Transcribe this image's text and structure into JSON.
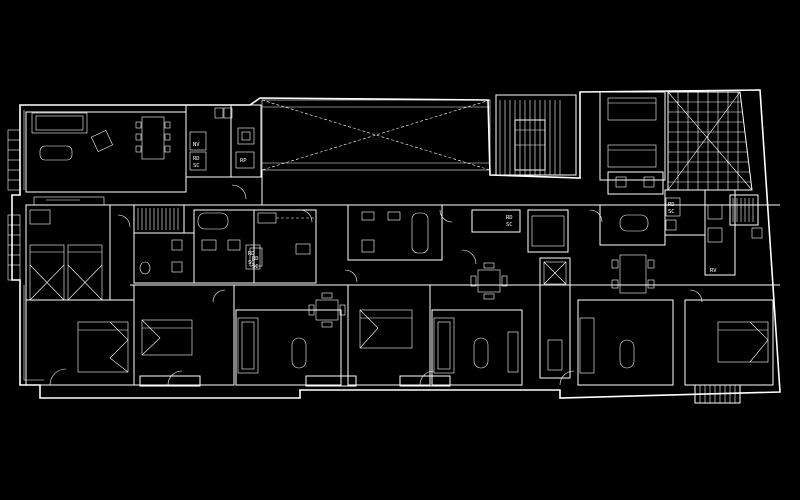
{
  "labels": {
    "nv1": "NV",
    "rd1": "RD",
    "sc1": "SC",
    "rp1": "RP",
    "rd2": "RD",
    "sc2": "SC",
    "rd3": "RD",
    "sc3": "SC",
    "rd4": "RD",
    "sc4": "SC",
    "rd5": "RD",
    "sc5": "SC",
    "rv": "RV"
  },
  "colors": {
    "background": "#000000",
    "line": "#ffffff"
  }
}
